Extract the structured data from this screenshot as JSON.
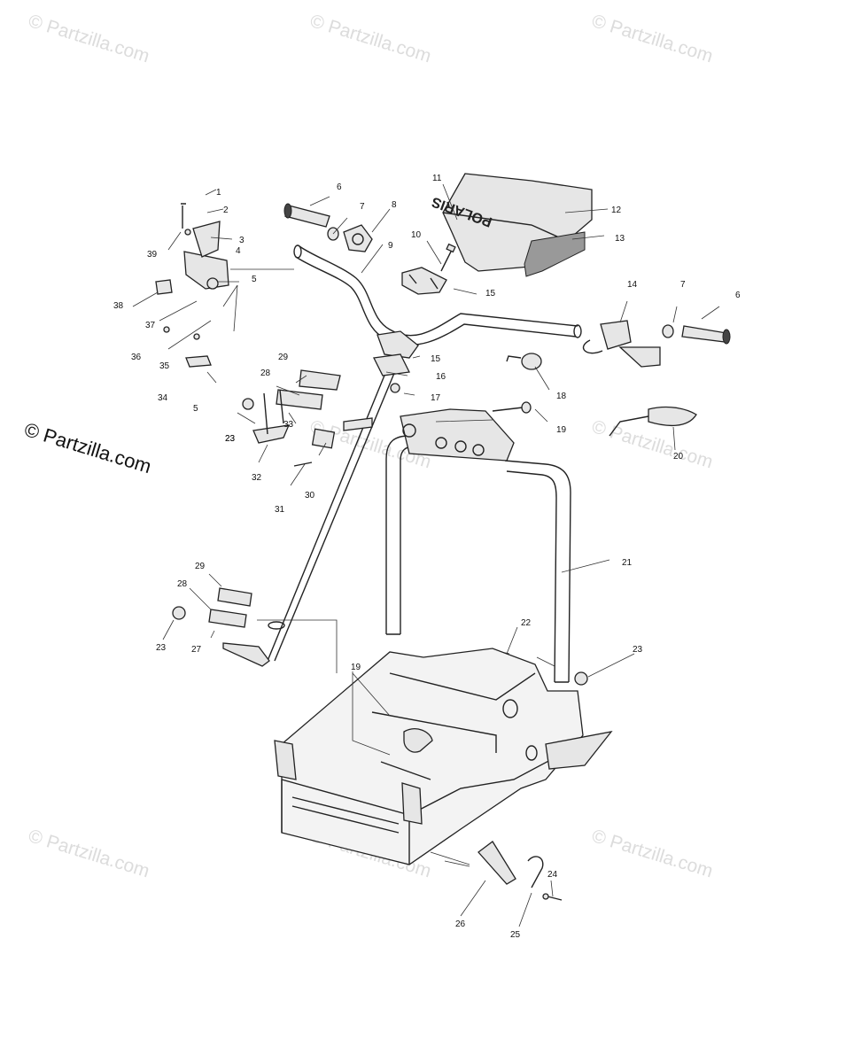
{
  "watermark": {
    "text": "© Partzilla.com",
    "side_text": "© Partzilla.com"
  },
  "diagram": {
    "decal_text": "POLARIS",
    "callouts": [
      "1",
      "2",
      "3",
      "39",
      "4",
      "38",
      "37",
      "36",
      "35",
      "34",
      "5",
      "5",
      "6",
      "7",
      "8",
      "9",
      "10",
      "11",
      "12",
      "13",
      "14",
      "7",
      "6",
      "15",
      "15",
      "16",
      "17",
      "18",
      "19",
      "20",
      "21",
      "22",
      "23",
      "23",
      "29",
      "28",
      "33",
      "23",
      "32",
      "30",
      "31",
      "29",
      "28",
      "23",
      "27",
      "19",
      "24",
      "25",
      "26"
    ]
  }
}
